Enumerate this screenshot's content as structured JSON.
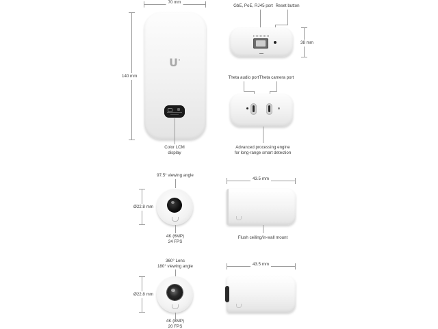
{
  "hub": {
    "width_label": "70 mm",
    "height_label": "140 mm",
    "logo": "U",
    "lcm_icon": "display-icon",
    "lcm_label_line1": "Color LCM",
    "lcm_label_line2": "display"
  },
  "top_view": {
    "gbe_label": "GbE, PoE, RJ45 port",
    "reset_label": "Reset button",
    "depth_label": "38 mm"
  },
  "bottom_view": {
    "audio_label": "Theta audio port",
    "camera_label": "Theta camera port",
    "engine_line1": "Advanced processing engine",
    "engine_line2": "for long-range smart detection"
  },
  "camera1": {
    "angle_label": "97.5° viewing angle",
    "diameter_label": "Ø22.8 mm",
    "res_line1": "4K (6MP)",
    "res_line2": "24 FPS",
    "length_label": "43.5 mm",
    "mount_label": "Flush ceiling/in-wall mount"
  },
  "camera2": {
    "lens_line1": "360° Lens",
    "lens_line2": "180° viewing angle",
    "diameter_label": "Ø22.8 mm",
    "res_line1": "4K (8MP)",
    "res_line2": "20 FPS",
    "length_label": "43.5 mm"
  }
}
